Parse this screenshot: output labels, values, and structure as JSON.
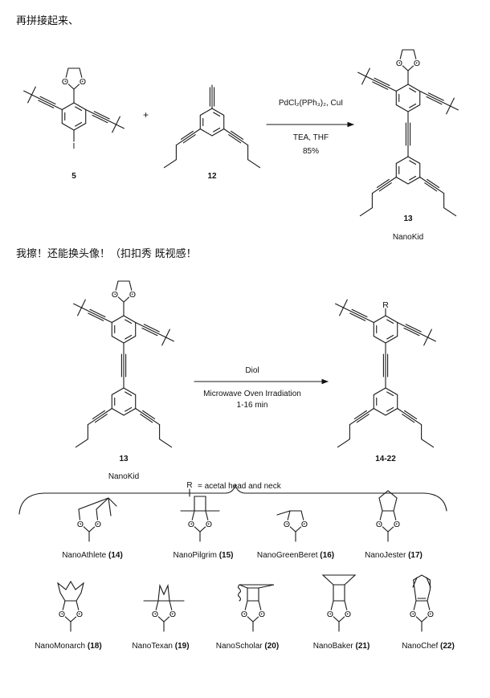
{
  "headings": {
    "top": "再拼接起来、",
    "bottom": "我擦！还能换头像！（扣扣秀 既视感！"
  },
  "atoms": {
    "O": "O",
    "I": "I",
    "R": "R"
  },
  "reaction1": {
    "plus": "+",
    "catalyst": "PdCl₂(PPh₃)₂, CuI",
    "solvent": "TEA, THF",
    "yield": "85%",
    "reactant1_label": "5",
    "reactant2_label": "12",
    "product_label": "13",
    "product_name": "NanoKid"
  },
  "reaction2": {
    "reactant_label": "13",
    "reactant_name": "NanoKid",
    "reagent": "Diol",
    "conditions": "Microwave Oven Irradiation",
    "time": "1-16 min",
    "product_label": "14-22",
    "r_symbol": "R",
    "r_definition": "= acetal head and neck"
  },
  "heads": [
    {
      "name": "NanoAthlete",
      "number": "(14)"
    },
    {
      "name": "NanoPilgrim",
      "number": "(15)"
    },
    {
      "name": "NanoGreenBeret",
      "number": "(16)"
    },
    {
      "name": "NanoJester",
      "number": "(17)"
    },
    {
      "name": "NanoMonarch",
      "number": "(18)"
    },
    {
      "name": "NanoTexan",
      "number": "(19)"
    },
    {
      "name": "NanoScholar",
      "number": "(20)"
    },
    {
      "name": "NanoBaker",
      "number": "(21)"
    },
    {
      "name": "NanoChef",
      "number": "(22)"
    }
  ]
}
